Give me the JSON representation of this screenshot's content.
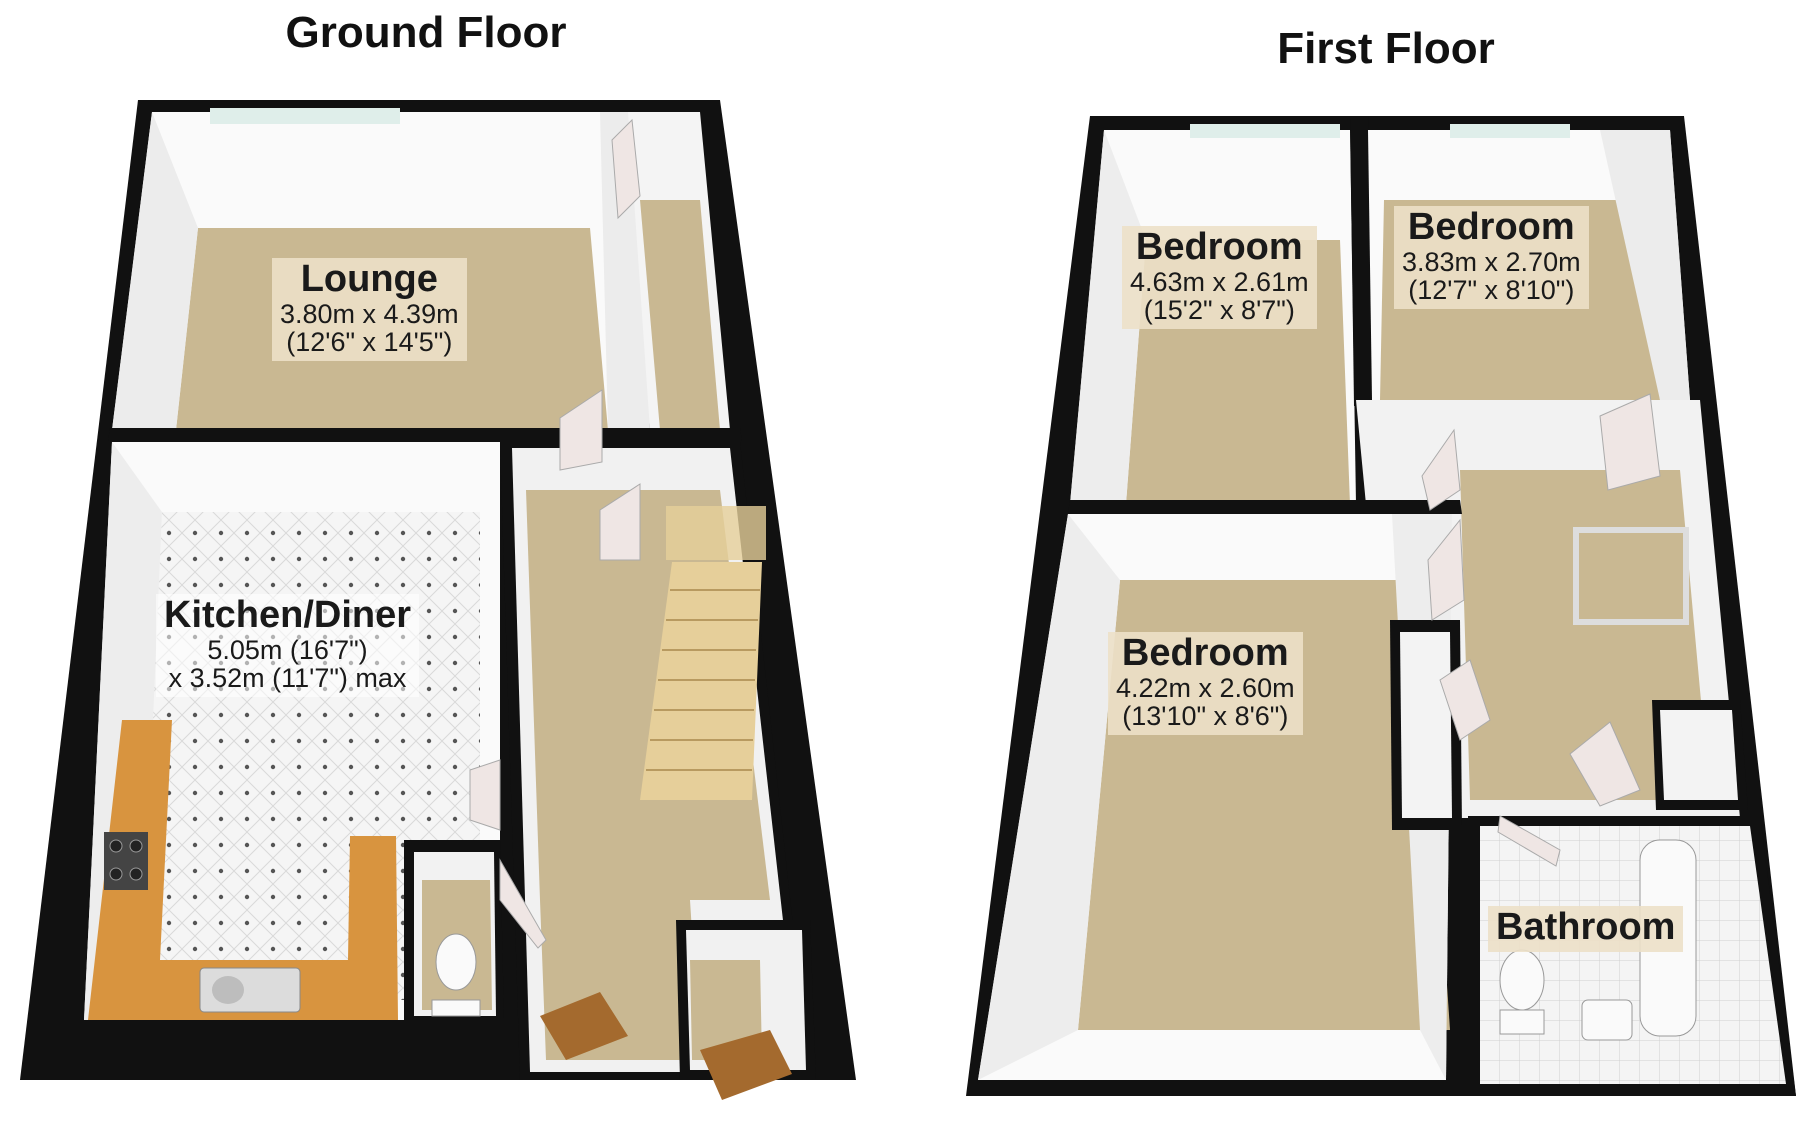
{
  "floors": [
    {
      "title": "Ground Floor",
      "rooms": [
        {
          "name": "Lounge",
          "dims": [
            "3.80m x 4.39m",
            "(12'6\" x 14'5\")"
          ]
        },
        {
          "name": "Kitchen/Diner",
          "dims": [
            "5.05m (16'7\")",
            "x 3.52m (11'7\") max"
          ]
        }
      ]
    },
    {
      "title": "First Floor",
      "rooms": [
        {
          "name": "Bedroom",
          "dims": [
            "4.63m x 2.61m",
            "(15'2\" x 8'7\")"
          ]
        },
        {
          "name": "Bedroom",
          "dims": [
            "3.83m x 2.70m",
            "(12'7\" x 8'10\")"
          ]
        },
        {
          "name": "Bedroom",
          "dims": [
            "4.22m x 2.60m",
            "(13'10\" x 8'6\")"
          ]
        },
        {
          "name": "Bathroom",
          "dims": []
        }
      ]
    }
  ],
  "colors": {
    "wall": "#111111",
    "wall_inner": "#f2f2f2",
    "carpet": "#c9b892",
    "worktop": "#d8943f",
    "door": "#efe6e4",
    "front_door": "#a46a2e",
    "stairs": "#e6cf9a",
    "tile": "#f4f4f4"
  }
}
